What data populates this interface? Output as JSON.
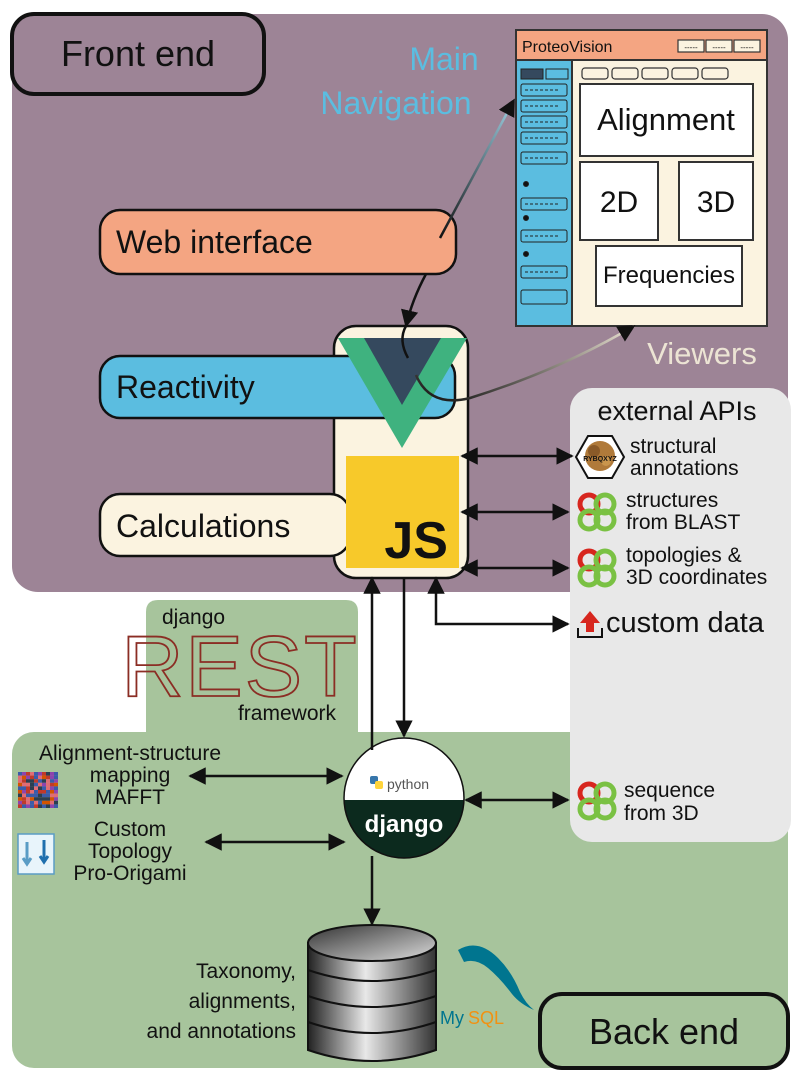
{
  "frontend": {
    "title": "Front end",
    "main_navigation_line1": "Main",
    "main_navigation_line2": "Navigation",
    "viewers": "Viewers",
    "web_interface": "Web interface",
    "reactivity": "Reactivity",
    "calculations": "Calculations",
    "js_logo": "JS"
  },
  "app_window": {
    "title": "ProteoVision",
    "title_buttons": [
      "-----",
      "-----",
      "-----"
    ],
    "panels": {
      "alignment": "Alignment",
      "view_2d": "2D",
      "view_3d": "3D",
      "frequencies": "Frequencies"
    }
  },
  "external_apis": {
    "title": "external APIs",
    "items": [
      {
        "line1": "structural",
        "line2": "annotations",
        "icon": "rcsb-hexagon-icon",
        "icon_text": "RYBQXYZ"
      },
      {
        "line1": "structures",
        "line2": "from BLAST",
        "icon": "pdbe-logo-icon"
      },
      {
        "line1": "topologies &",
        "line2": "3D coordinates",
        "icon": "pdbe-logo-icon"
      }
    ],
    "custom_data": "custom data",
    "custom_data_icon": "upload-icon",
    "sequence_line1": "sequence",
    "sequence_line2": "from 3D"
  },
  "rest": {
    "django": "django",
    "rest": "REST",
    "framework": "framework"
  },
  "backend": {
    "title": "Back end",
    "python_label": "python",
    "django_label": "django",
    "left_tools": [
      {
        "lines": [
          "Alignment-structure",
          "mapping",
          "MAFFT"
        ],
        "icon": "mafft-alignment-icon"
      },
      {
        "lines": [
          "Custom",
          "Topology",
          "Pro-Origami"
        ],
        "icon": "pro-origami-icon"
      }
    ],
    "database_lines": [
      "Taxonomy,",
      "alignments,",
      "and annotations"
    ],
    "mysql": {
      "my": "My",
      "sql": "SQL"
    }
  },
  "colors": {
    "frontend_bg": "#9d8496",
    "backend_bg": "#a7c49c",
    "api_bg": "#e8e8e8",
    "web_interface": "#f4a582",
    "reactivity": "#5bbde0",
    "calculations": "#fbf3e0",
    "js_yellow": "#f7c92a",
    "vue_green": "#3fb27f",
    "vue_dark": "#35495e",
    "accent_blue": "#5bbde0",
    "pdbe_red": "#d7261e",
    "pdbe_green": "#7ac143",
    "mysql_blue": "#00758f",
    "mysql_orange": "#f29111",
    "django_dark": "#0c2a1e"
  }
}
